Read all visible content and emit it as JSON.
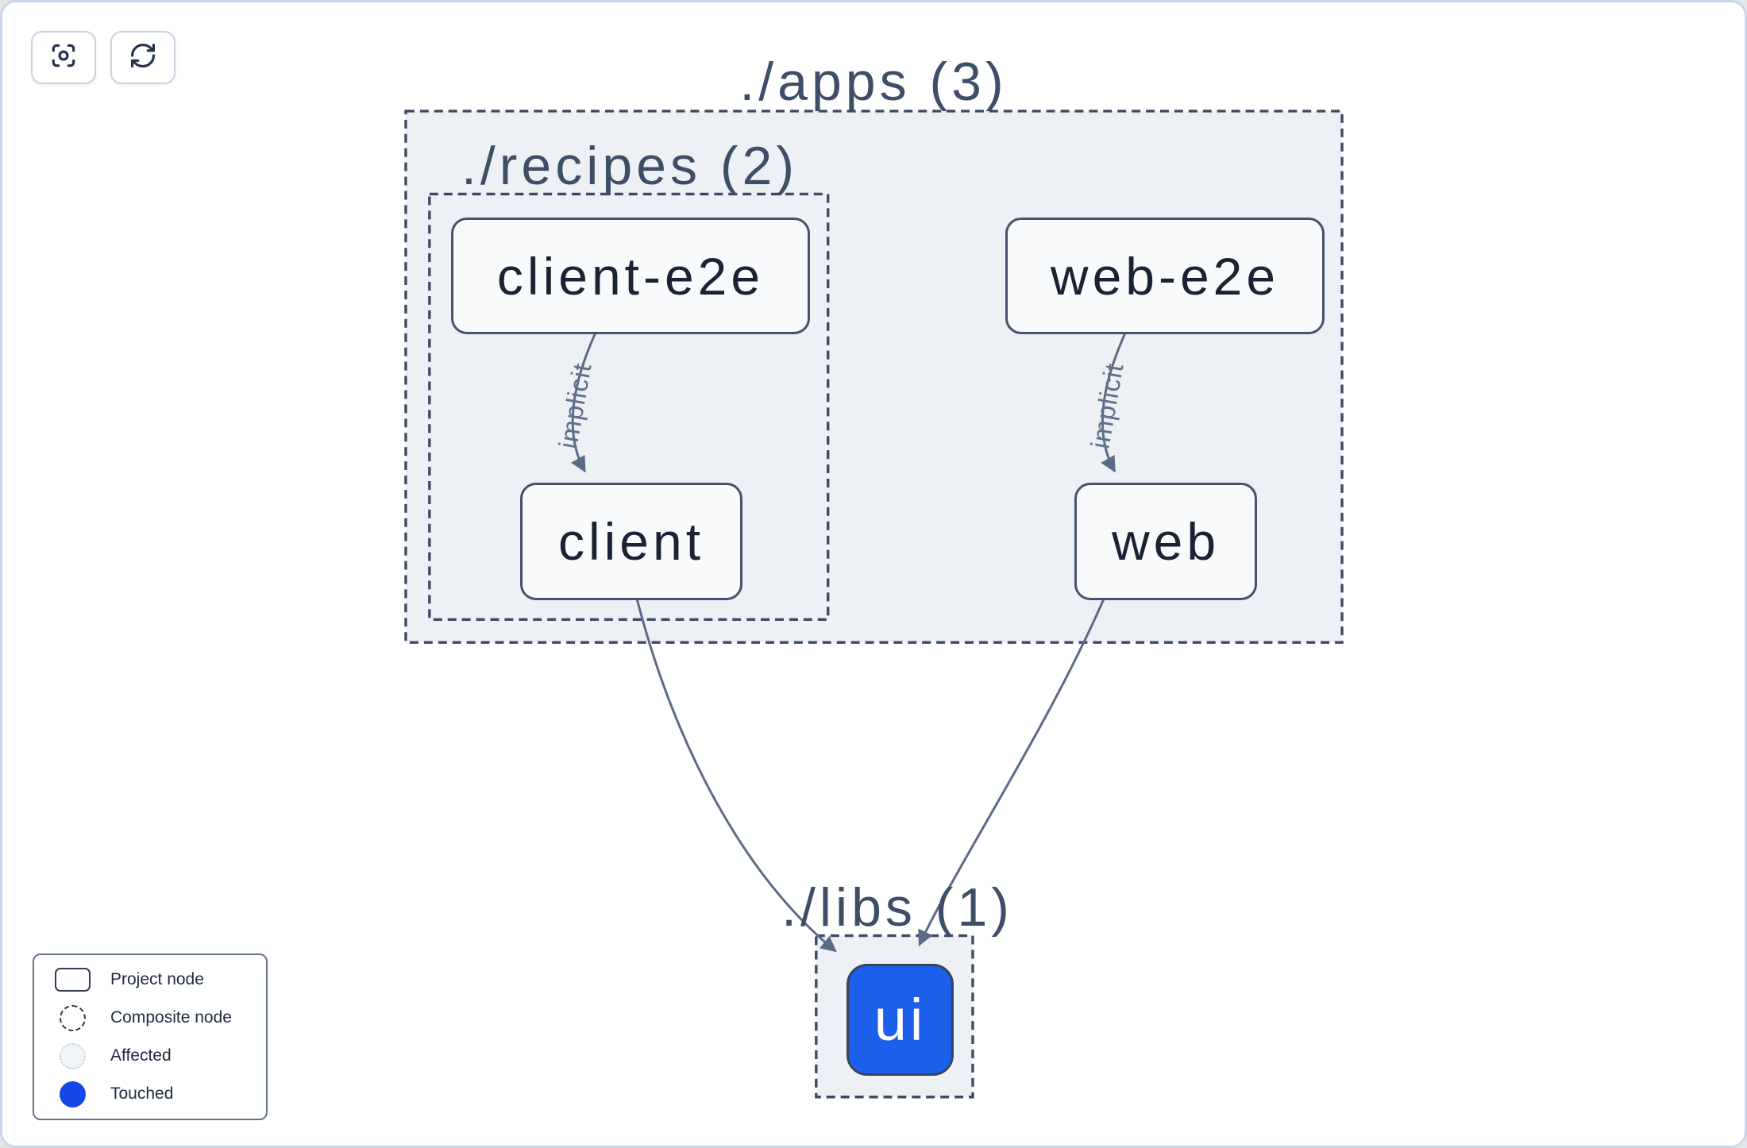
{
  "toolbar": {
    "buttons": [
      {
        "name": "zoom-to-fit",
        "icon": "focus-icon"
      },
      {
        "name": "refresh-graph",
        "icon": "refresh-icon"
      }
    ]
  },
  "graph": {
    "containers": [
      {
        "id": "apps",
        "label": "./apps (3)"
      },
      {
        "id": "recipes",
        "label": "./recipes (2)"
      },
      {
        "id": "libs",
        "label": "./libs (1)"
      }
    ],
    "nodes": [
      {
        "id": "client-e2e",
        "label": "client-e2e",
        "type": "project",
        "parent": "recipes"
      },
      {
        "id": "web-e2e",
        "label": "web-e2e",
        "type": "project",
        "parent": "apps"
      },
      {
        "id": "client",
        "label": "client",
        "type": "project",
        "parent": "recipes"
      },
      {
        "id": "web",
        "label": "web",
        "type": "project",
        "parent": "apps"
      },
      {
        "id": "ui",
        "label": "ui",
        "type": "project",
        "parent": "libs",
        "state": "touched"
      }
    ],
    "edges": [
      {
        "from": "client-e2e",
        "to": "client",
        "label": "implicit"
      },
      {
        "from": "web-e2e",
        "to": "web",
        "label": "implicit"
      },
      {
        "from": "client",
        "to": "ui",
        "label": ""
      },
      {
        "from": "web",
        "to": "ui",
        "label": ""
      }
    ]
  },
  "legend": {
    "items": [
      {
        "label": "Project node",
        "swatch": "rect-outline"
      },
      {
        "label": "Composite node",
        "swatch": "circle-dashed"
      },
      {
        "label": "Affected",
        "swatch": "circle-dotted-light"
      },
      {
        "label": "Touched",
        "swatch": "circle-solid-blue"
      }
    ]
  },
  "colors": {
    "touched_blue_node": "#1b5fea",
    "touched_blue_legend": "#1447e5",
    "container_fill": "#edf0f5",
    "dashed_border": "#3e4a62",
    "node_border": "#47526b",
    "node_fill": "#f8fafc",
    "edge": "#5b6b87",
    "node_text": "#1a2333",
    "container_label_text": "#3e4e67",
    "canvas_border": "#ccd5e8"
  }
}
